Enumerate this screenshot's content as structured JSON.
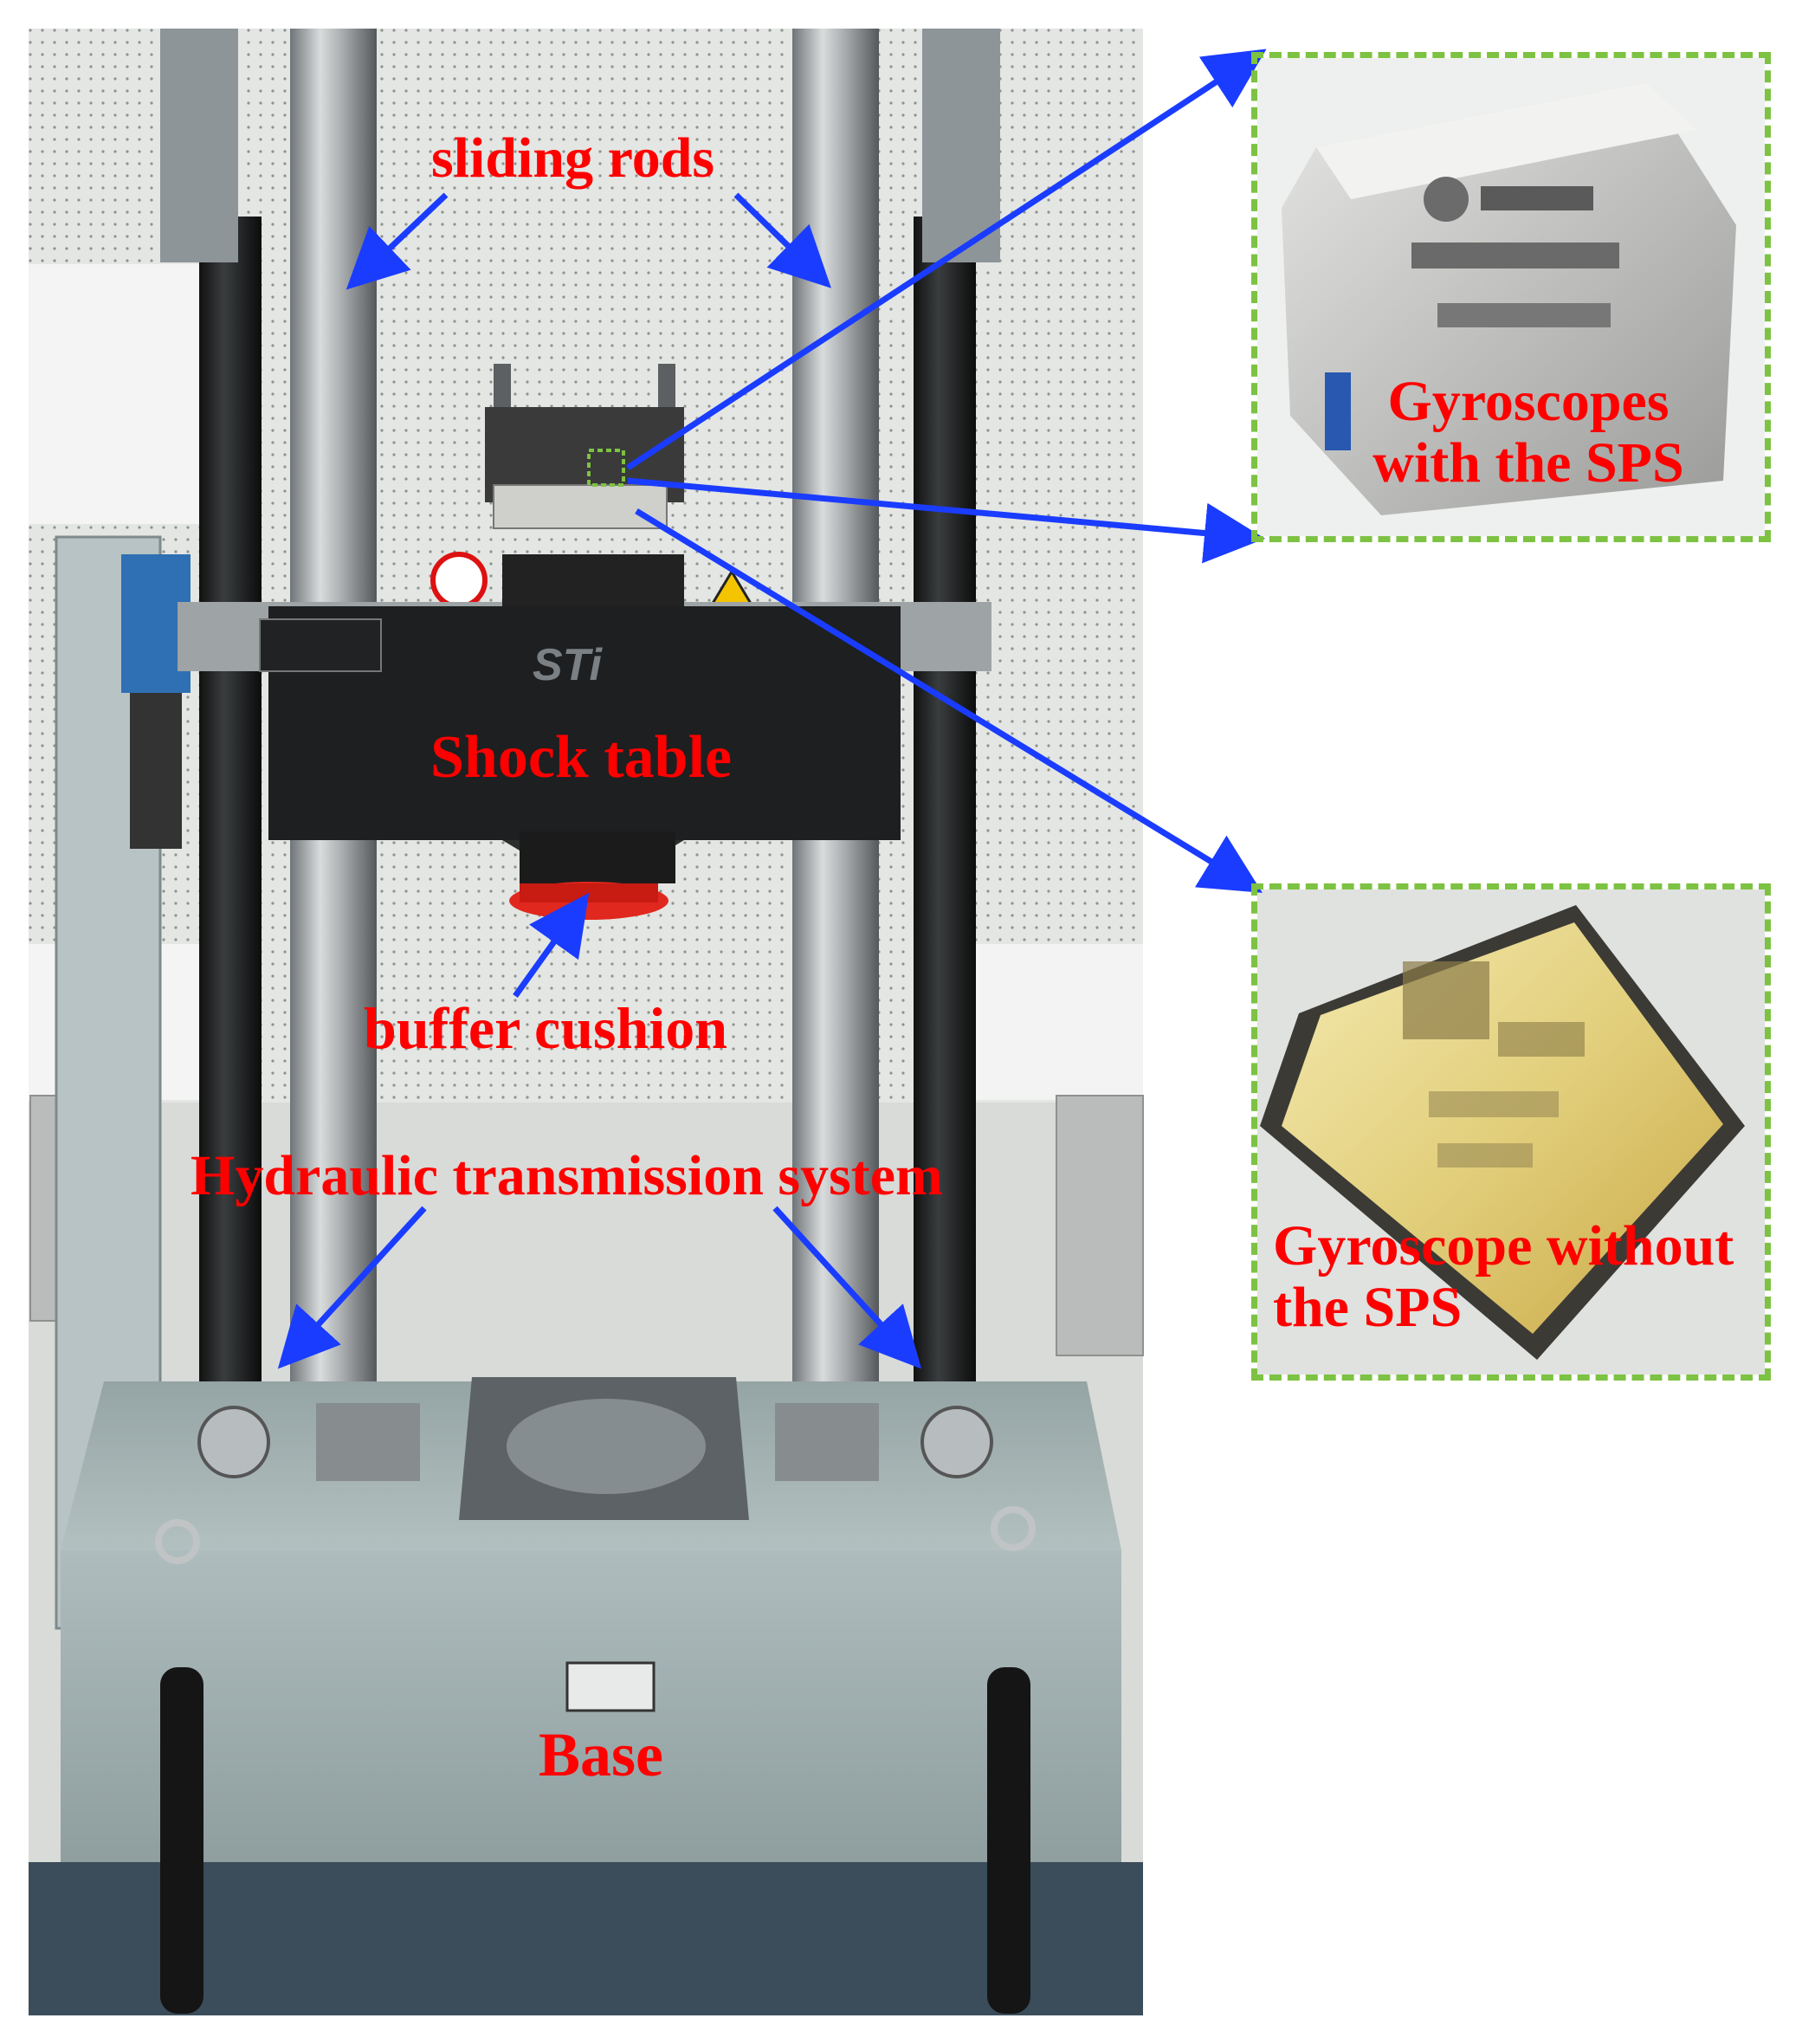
{
  "labels": {
    "sliding_rods": "sliding rods",
    "shock_table": "Shock table",
    "buffer_cushion": "buffer cushion",
    "hydraulic_system": "Hydraulic transmission system",
    "base": "Base",
    "gyroscopes_with_sps": "Gyroscopes with the SPS",
    "gyroscope_without_sps": "Gyroscope without the SPS"
  },
  "machine_text": {
    "brand_logo": "STi"
  },
  "colors": {
    "label": "#ff0000",
    "arrow": "#1a3cff",
    "inset_border": "#7dc242"
  }
}
